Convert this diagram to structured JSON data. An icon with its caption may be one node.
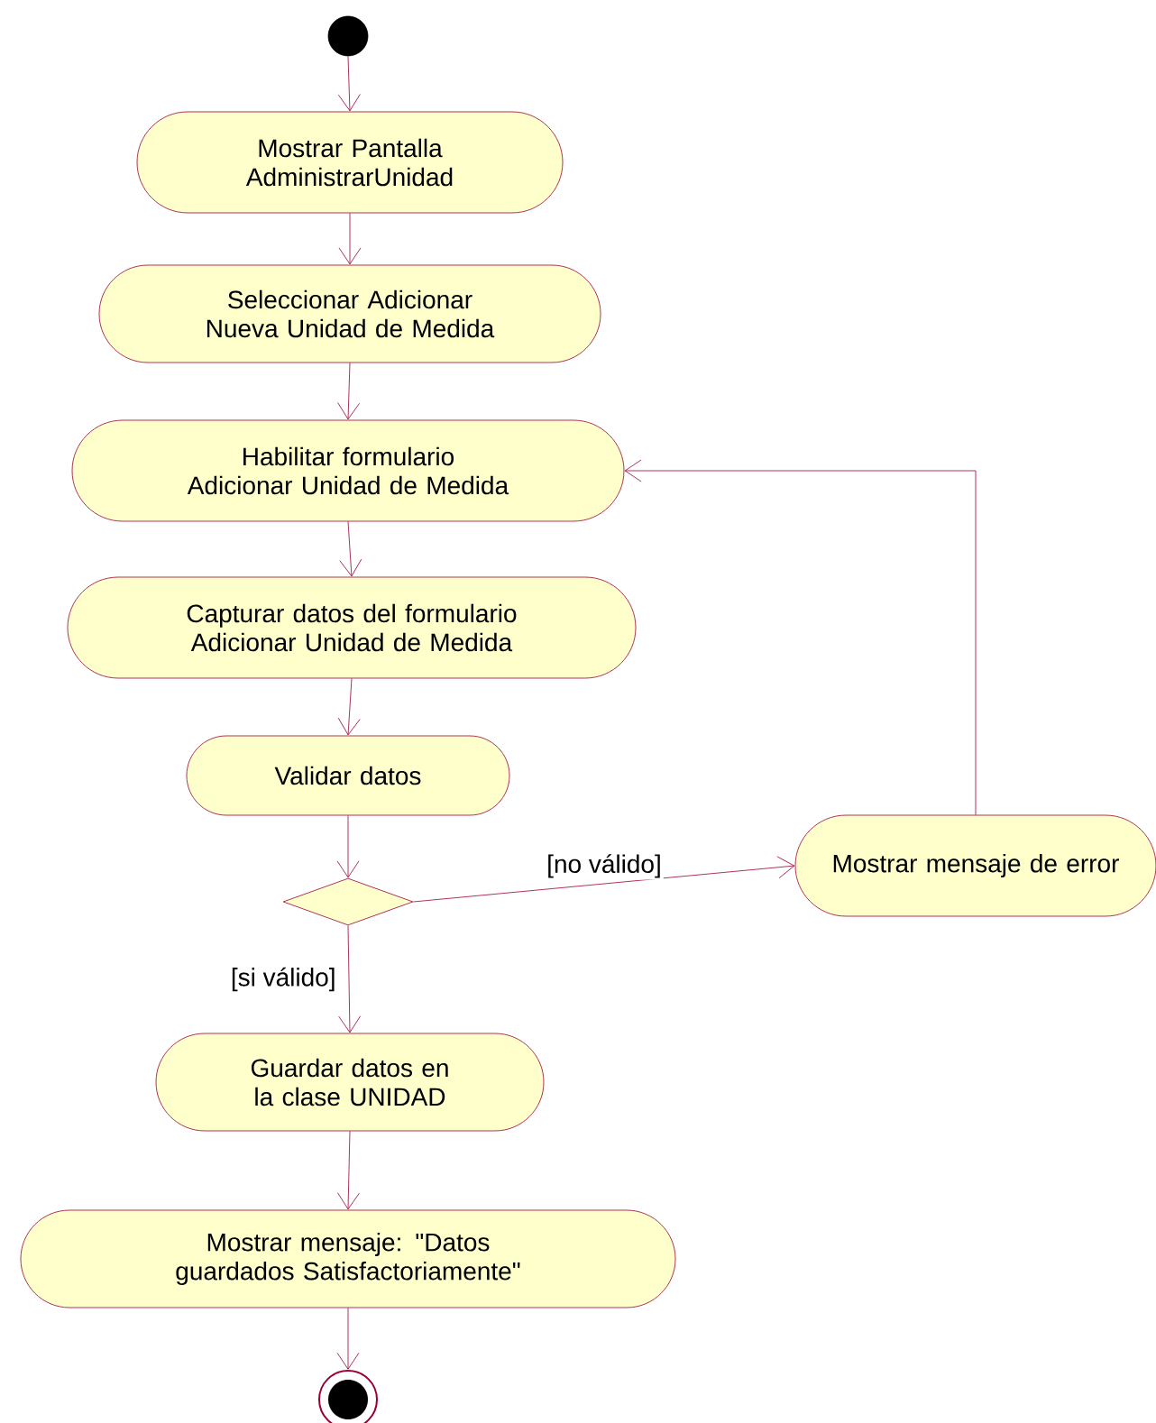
{
  "diagram": {
    "nodes": [
      {
        "text": [],
        "shape": "circle"
      },
      {
        "text": [
          "Mostrar Pantalla AdministrarUnidad"
        ]
      },
      {
        "text": [
          "Seleccionar Adicionar Nueva Unidad de Medida"
        ]
      },
      {
        "text": [
          "Habilitar formulario Adicionar Unidad de Medida"
        ]
      },
      {
        "text": [
          "Capturar datos del formulario Adicionar Unidad de Medida"
        ]
      },
      {
        "text": [
          "Validar datos"
        ]
      },
      {
        "text": [],
        "shape": "diamond"
      },
      {
        "text": [
          "Mostrar mensaje de error"
        ]
      },
      {
        "text": [
          "Guardar datos en la clase UNIDAD"
        ]
      },
      {
        "text": [
          "Mostrar mensaje: \"Datos guardados Satisfactoriamente\""
        ]
      },
      {
        "text": [],
        "shape": "bullseye"
      }
    ],
    "edges": [
      {
        "from": 0,
        "to": 1,
        "arrow": "to"
      },
      {
        "from": 1,
        "to": 2,
        "arrow": "to"
      },
      {
        "from": 2,
        "to": 3,
        "arrow": "to"
      },
      {
        "from": 3,
        "to": 4,
        "arrow": "to"
      },
      {
        "from": 4,
        "to": 5,
        "arrow": "to"
      },
      {
        "from": 5,
        "to": 6,
        "arrow": "to"
      },
      {
        "from": 6,
        "to": 7,
        "arrow": "to",
        "label": "[no válido]"
      },
      {
        "from": 7,
        "to": 3,
        "arrow": "to"
      },
      {
        "from": 6,
        "to": 8,
        "arrow": "to",
        "label": "[si válido]"
      },
      {
        "from": 8,
        "to": 9,
        "arrow": "to"
      },
      {
        "from": 9,
        "to": 10,
        "arrow": "to"
      }
    ]
  }
}
